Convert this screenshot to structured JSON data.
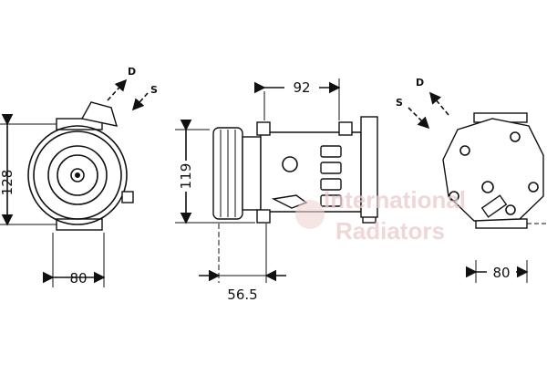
{
  "diagram": {
    "watermark": {
      "line1": "International",
      "line2": "Radiators"
    },
    "views": {
      "front": {
        "height_dim": "128",
        "width_dim": "80",
        "port_discharge": "D",
        "port_suction": "S"
      },
      "side": {
        "top_dim": "92",
        "height_dim": "119",
        "bottom_dim": "56.5"
      },
      "rear": {
        "width_dim": "80",
        "port_discharge": "D",
        "port_suction": "S"
      }
    },
    "colors": {
      "line": "#111111",
      "watermark": "#e9c9c9"
    }
  }
}
